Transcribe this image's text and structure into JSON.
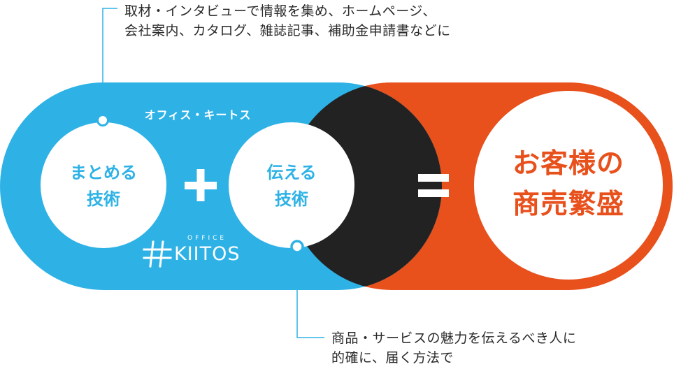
{
  "notes": {
    "top_line1": "取材・インタビューで情報を集め、ホームページ、",
    "top_line2": "会社案内、カタログ、雑誌記事、補助金申請書などに",
    "bottom_line1": "商品・サービスの魅力を伝えるべき人に",
    "bottom_line2": "的確に、届く方法で"
  },
  "diagram": {
    "company_name": "オフィス・キートス",
    "skill_left_line1": "まとめる",
    "skill_left_line2": "技術",
    "plus": "+",
    "skill_right_line1": "伝える",
    "skill_right_line2": "技術",
    "equals": "=",
    "result_line1": "お客様の",
    "result_line2": "商売繁盛"
  },
  "logo": {
    "small_text": "OFFICE",
    "main_text": "KIITOS"
  },
  "colors": {
    "blue": "#2eb2e6",
    "orange": "#e8501c",
    "dark": "#222222",
    "text": "#2a2a2a"
  }
}
